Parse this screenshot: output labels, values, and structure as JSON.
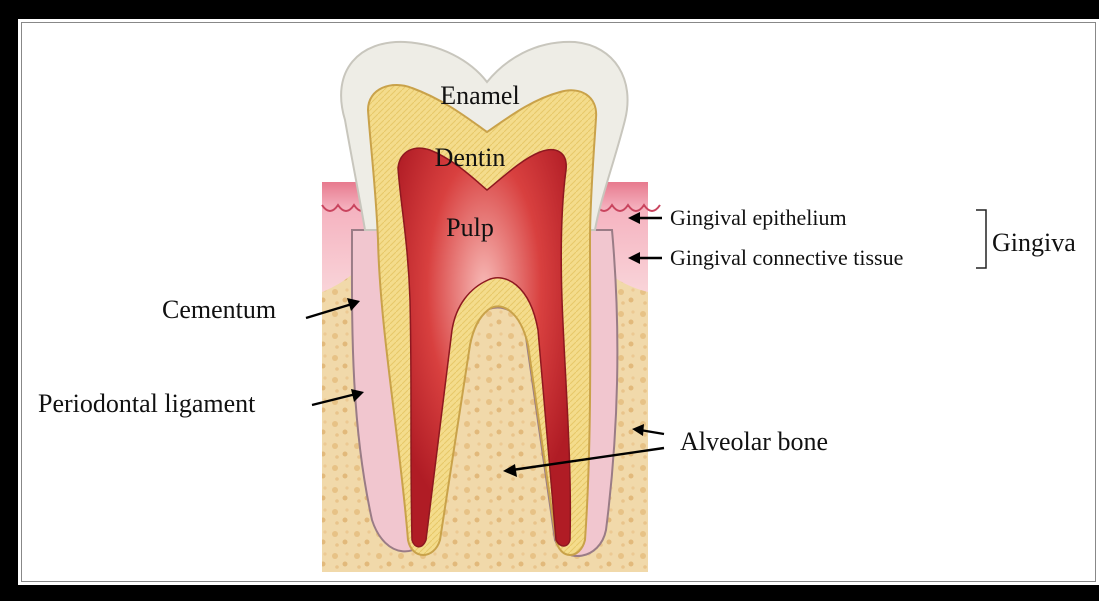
{
  "labels": {
    "enamel": "Enamel",
    "dentin": "Dentin",
    "pulp": "Pulp",
    "gingival_epithelium": "Gingival epithelium",
    "gingival_connective_tissue": "Gingival connective tissue",
    "gingiva": "Gingiva",
    "cementum": "Cementum",
    "periodontal_ligament": "Periodontal ligament",
    "alveolar_bone": "Alveolar bone"
  },
  "colors": {
    "frame": "#000000",
    "background": "#ffffff",
    "enamel": "#f0efe8",
    "dentin": "#f2d77e",
    "pulp": "#c2202a",
    "gum": "#f4b8c4",
    "bone": "#f1d9aa"
  }
}
